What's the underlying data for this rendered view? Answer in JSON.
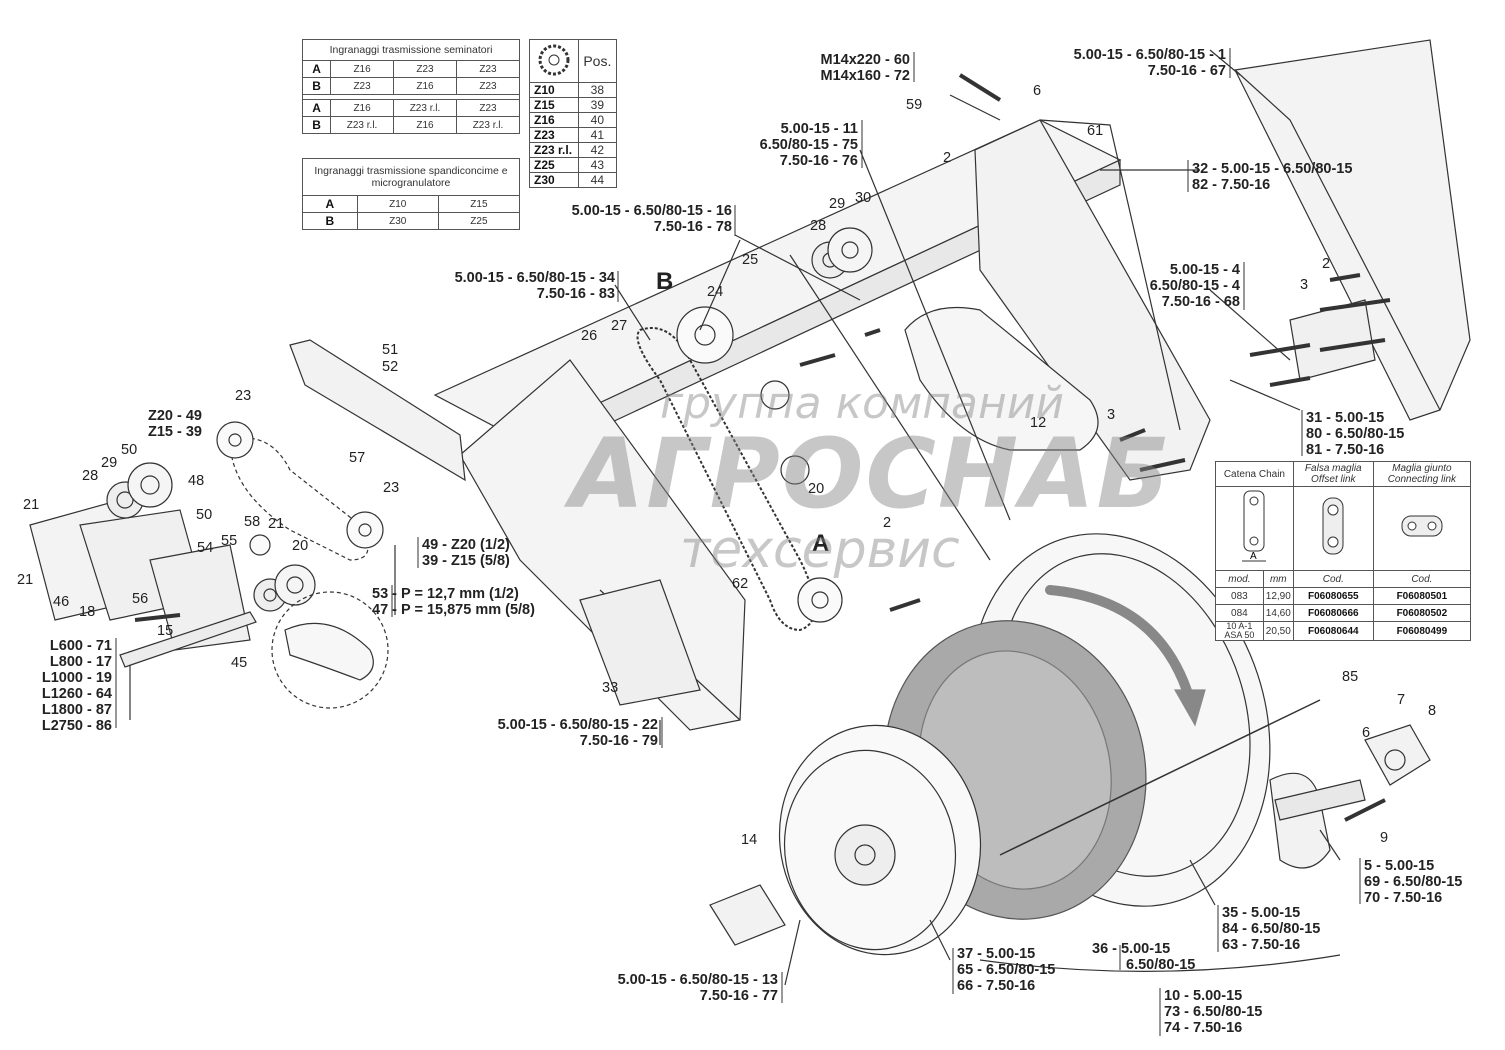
{
  "tables": {
    "seed": {
      "title": "Ingranaggi trasmissione seminatori",
      "rows1": [
        [
          "A",
          "Z16",
          "Z23",
          "Z23"
        ],
        [
          "B",
          "Z23",
          "Z16",
          "Z23"
        ]
      ],
      "rows2": [
        [
          "A",
          "Z16",
          "Z23 r.l.",
          "Z23"
        ],
        [
          "B",
          "Z23 r.l.",
          "Z16",
          "Z23 r.l."
        ]
      ]
    },
    "fert": {
      "title": "Ingranaggi trasmissione spandiconcime e microgranulatore",
      "rows": [
        [
          "A",
          "Z10",
          "Z15"
        ],
        [
          "B",
          "Z30",
          "Z25"
        ]
      ]
    },
    "pos": {
      "header": "Pos.",
      "rows": [
        [
          "Z10",
          "38"
        ],
        [
          "Z15",
          "39"
        ],
        [
          "Z16",
          "40"
        ],
        [
          "Z23",
          "41"
        ],
        [
          "Z23 r.l.",
          "42"
        ],
        [
          "Z25",
          "43"
        ],
        [
          "Z30",
          "44"
        ]
      ]
    },
    "chain": {
      "headers": [
        "Catena Chain",
        "Falsa maglia Offset link",
        "Maglia giunto Connecting link"
      ],
      "subheaders": [
        "mod.",
        "mm",
        "Cod.",
        "Cod."
      ],
      "dim_label": "A",
      "rows": [
        [
          "083",
          "12,90",
          "F06080655",
          "F06080501"
        ],
        [
          "084",
          "14,60",
          "F06080666",
          "F06080502"
        ],
        [
          "10 A-1 ASA 50",
          "20,50",
          "F06080644",
          "F06080499"
        ]
      ]
    }
  },
  "labels": {
    "l_m14": [
      "M14x220 - 60",
      "M14x160 - 72"
    ],
    "l_1": [
      "5.00-15 - 6.50/80-15 - 1",
      "7.50-16 - 67"
    ],
    "l_11": [
      "5.00-15 - 11",
      "6.50/80-15 - 75",
      "7.50-16 - 76"
    ],
    "l_32": [
      "32 - 5.00-15 - 6.50/80-15",
      "82 - 7.50-16"
    ],
    "l_16": [
      "5.00-15 - 6.50/80-15 - 16",
      "7.50-16 - 78"
    ],
    "l_34": [
      "5.00-15 - 6.50/80-15 - 34",
      "7.50-16 - 83"
    ],
    "l_4": [
      "5.00-15 - 4",
      "6.50/80-15 - 4",
      "7.50-16 - 68"
    ],
    "l_31": [
      "31 - 5.00-15",
      "80 - 6.50/80-15",
      "81 - 7.50-16"
    ],
    "l_49": [
      "Z20 - 49",
      "Z15 - 39"
    ],
    "l_49r": [
      "49 - Z20 (1/2)",
      "39 - Z15 (5/8)"
    ],
    "l_53": [
      "53 - P = 12,7 mm (1/2)",
      "47 - P = 15,875 mm (5/8)"
    ],
    "l_L": [
      "L600 - 71",
      "L800 - 17",
      "L1000 - 19",
      "L1260 - 64",
      "L1800 - 87",
      "L2750 - 86"
    ],
    "l_22": [
      "5.00-15 - 6.50/80-15 - 22",
      "7.50-16 - 79"
    ],
    "l_5": [
      "5 - 5.00-15",
      "69 - 6.50/80-15",
      "70 - 7.50-16"
    ],
    "l_35": [
      "35 - 5.00-15",
      "84 - 6.50/80-15",
      "63 - 7.50-16"
    ],
    "l_36": [
      "36 - 5.00-15",
      "6.50/80-15"
    ],
    "l_37": [
      "37 - 5.00-15",
      "65 - 6.50/80-15",
      "66 - 7.50-16"
    ],
    "l_13": [
      "5.00-15 - 6.50/80-15 - 13",
      "7.50-16 - 77"
    ],
    "l_10": [
      "10 - 5.00-15",
      "73 - 6.50/80-15",
      "74 - 7.50-16"
    ]
  },
  "numbers": [
    "59",
    "2",
    "6",
    "61",
    "3",
    "2",
    "29",
    "30",
    "28",
    "25",
    "24",
    "26",
    "27",
    "12",
    "3",
    "51",
    "52",
    "57",
    "23",
    "48",
    "50",
    "50",
    "29",
    "28",
    "21",
    "21",
    "46",
    "18",
    "56",
    "54",
    "55",
    "58",
    "21",
    "20",
    "15",
    "23",
    "45",
    "20",
    "2",
    "62",
    "33",
    "14",
    "85",
    "7",
    "8",
    "6",
    "9"
  ],
  "letters": [
    "B",
    "A"
  ],
  "watermark": [
    "группа компаний",
    "АГРОСНАБ",
    "техсервис"
  ]
}
